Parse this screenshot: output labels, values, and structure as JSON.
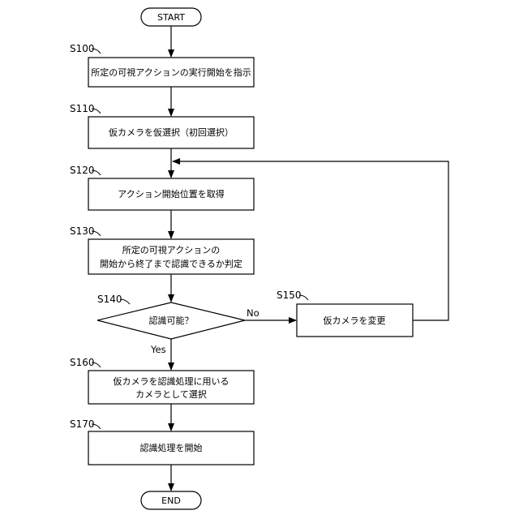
{
  "flowchart": {
    "start": {
      "text": "START"
    },
    "end": {
      "text": "END"
    },
    "steps": [
      {
        "id": "S100",
        "label": "S100",
        "lines": [
          "所定の可視アクションの実行開始を指示"
        ]
      },
      {
        "id": "S110",
        "label": "S110",
        "lines": [
          "仮カメラを仮選択（初回選択）"
        ]
      },
      {
        "id": "S120",
        "label": "S120",
        "lines": [
          "アクション開始位置を取得"
        ]
      },
      {
        "id": "S130",
        "label": "S130",
        "lines": [
          "所定の可視アクションの",
          "開始から終了まで認識できるか判定"
        ]
      },
      {
        "id": "S140",
        "label": "S140",
        "lines": [
          "認識可能？"
        ],
        "shape": "decision"
      },
      {
        "id": "S150",
        "label": "S150",
        "lines": [
          "仮カメラを変更"
        ]
      },
      {
        "id": "S160",
        "label": "S160",
        "lines": [
          "仮カメラを認識処理に用いる",
          "カメラとして選択"
        ]
      },
      {
        "id": "S170",
        "label": "S170",
        "lines": [
          "認識処理を開始"
        ]
      }
    ],
    "edge_labels": {
      "no": "No",
      "yes": "Yes"
    }
  }
}
